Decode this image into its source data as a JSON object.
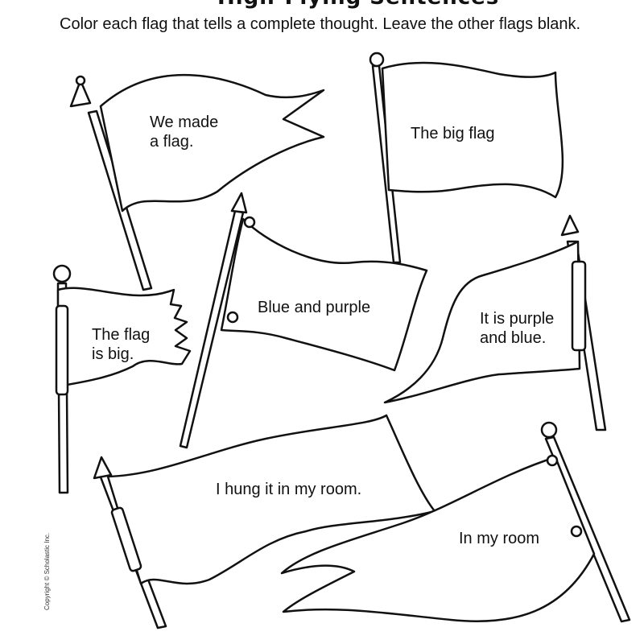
{
  "worksheet": {
    "title": "High-Flying Sentences",
    "instructions": "Color each flag that tells a complete thought. Leave the other flags blank.",
    "copyright": "Copyright © Scholastic Inc."
  },
  "flags": [
    {
      "line1": "We made",
      "line2": "a flag."
    },
    {
      "line1": "The big flag",
      "line2": ""
    },
    {
      "line1": "Blue and purple",
      "line2": ""
    },
    {
      "line1": "The flag",
      "line2": "is big."
    },
    {
      "line1": "It is purple",
      "line2": "and blue."
    },
    {
      "line1": "I hung it in my room.",
      "line2": ""
    },
    {
      "line1": "In my room",
      "line2": ""
    }
  ]
}
